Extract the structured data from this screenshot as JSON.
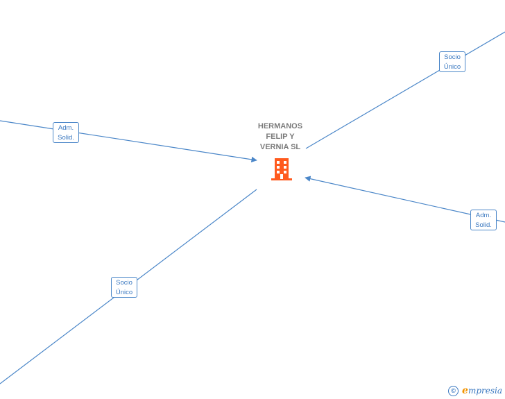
{
  "company": {
    "name": "HERMANOS\nFELIP Y\nVERNIA  SL",
    "icon": "building-icon",
    "icon_color": "#ff5a1e"
  },
  "relations": [
    {
      "label": "Adm.\nSolid.",
      "direction": "incoming"
    },
    {
      "label": "Socio\nÚnico",
      "direction": "outgoing"
    },
    {
      "label": "Adm.\nSolid.",
      "direction": "incoming"
    },
    {
      "label": "Socio\nÚnico",
      "direction": "outgoing"
    }
  ],
  "colors": {
    "edge": "#4a86c8",
    "label_text": "#3a78c0"
  },
  "footer": {
    "copyright_symbol": "©",
    "brand_initial": "e",
    "brand_rest": "mpresia"
  }
}
